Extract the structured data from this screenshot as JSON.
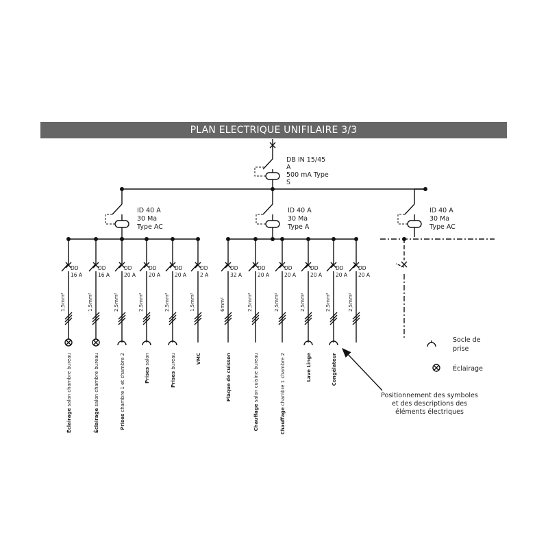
{
  "title": "PLAN ELECTRIQUE UNIFILAIRE 3/3",
  "main_breaker": [
    "DB IN 15/45",
    "A",
    "500 mA Type",
    "S"
  ],
  "rcds": [
    {
      "lines": [
        "ID 40 A",
        "30 Ma",
        "Type AC"
      ]
    },
    {
      "lines": [
        "ID 40 A",
        "30 Ma",
        "Type A"
      ]
    },
    {
      "lines": [
        "ID 40 A",
        "30 Ma",
        "Type AC"
      ]
    }
  ],
  "circuits": [
    {
      "breaker": [
        "DD",
        "16 A"
      ],
      "cable": "1,5mm²",
      "symbol": "lamp",
      "bold": "Éclairage",
      "rest": " salon chambre bureau"
    },
    {
      "breaker": [
        "DD",
        "16 A"
      ],
      "cable": "1,5mm²",
      "symbol": "lamp",
      "bold": "Éclairage",
      "rest": " salon chambre bureau"
    },
    {
      "breaker": [
        "DD",
        "20 A"
      ],
      "cable": "2,5mm²",
      "symbol": "socket",
      "bold": "Prises",
      "rest": " chambre 1 et chambre 2"
    },
    {
      "breaker": [
        "DD",
        "20 A"
      ],
      "cable": "2,5mm²",
      "symbol": "socket",
      "bold": "Prises",
      "rest": " salon"
    },
    {
      "breaker": [
        "DD",
        "20 A"
      ],
      "cable": "2,5mm²",
      "symbol": "socket",
      "bold": "Prises",
      "rest": " bureau"
    },
    {
      "breaker": [
        "DD",
        "2 A"
      ],
      "cable": "1,5mm²",
      "symbol": "none",
      "bold": "VMC",
      "rest": ""
    },
    {
      "breaker": [
        "DD",
        "32 A"
      ],
      "cable": "6mm²",
      "symbol": "none",
      "bold": "Plaque de cuisson",
      "rest": ""
    },
    {
      "breaker": [
        "DD",
        "20 A"
      ],
      "cable": "2,5mm²",
      "symbol": "none",
      "bold": "Chauffage",
      "rest": " salon cuisine bureau"
    },
    {
      "breaker": [
        "DD",
        "20 A"
      ],
      "cable": "2,5mm²",
      "symbol": "none",
      "bold": "Chauffage",
      "rest": " chambre 1 chambre 2"
    },
    {
      "breaker": [
        "DD",
        "20 A"
      ],
      "cable": "2,5mm²",
      "symbol": "socket",
      "bold": "Lave Linge",
      "rest": ""
    },
    {
      "breaker": [
        "DD",
        "20 A"
      ],
      "cable": "2,5mm²",
      "symbol": "socket",
      "bold": "Congélateur",
      "rest": ""
    },
    {
      "breaker": [
        "DD",
        "20 A"
      ],
      "cable": "2,5mm²",
      "symbol": "none",
      "bold": "",
      "rest": ""
    }
  ],
  "legend": {
    "socket": [
      "Socle de",
      "prise"
    ],
    "lamp": "Éclairage"
  },
  "annotation": [
    "Positionnement des symboles",
    "et des descriptions des",
    "éléments électriques"
  ]
}
